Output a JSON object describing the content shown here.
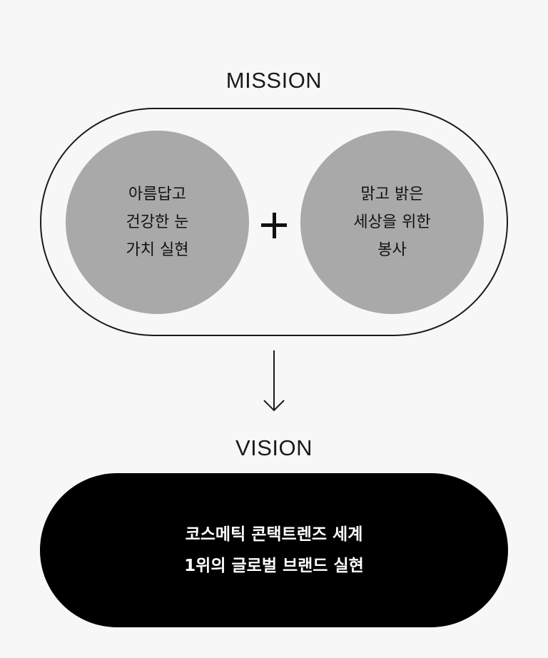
{
  "mission": {
    "title": "MISSION",
    "left_circle": {
      "lines": [
        "아름답고",
        "건강한 눈",
        "가치 실현"
      ]
    },
    "right_circle": {
      "lines": [
        "맑고 밝은",
        "세상을 위한",
        "봉사"
      ]
    }
  },
  "vision": {
    "title": "VISION",
    "lines": [
      "코스메틱 콘택트렌즈 세계",
      "1위의 글로벌 브랜드 실현"
    ]
  },
  "icons": {
    "plus": "plus-icon",
    "arrow": "arrow-down-icon"
  },
  "colors": {
    "background": "#f7f7f7",
    "circle_fill": "#a9a9a9",
    "vision_fill": "#000000",
    "outline": "#1a1a1a"
  }
}
